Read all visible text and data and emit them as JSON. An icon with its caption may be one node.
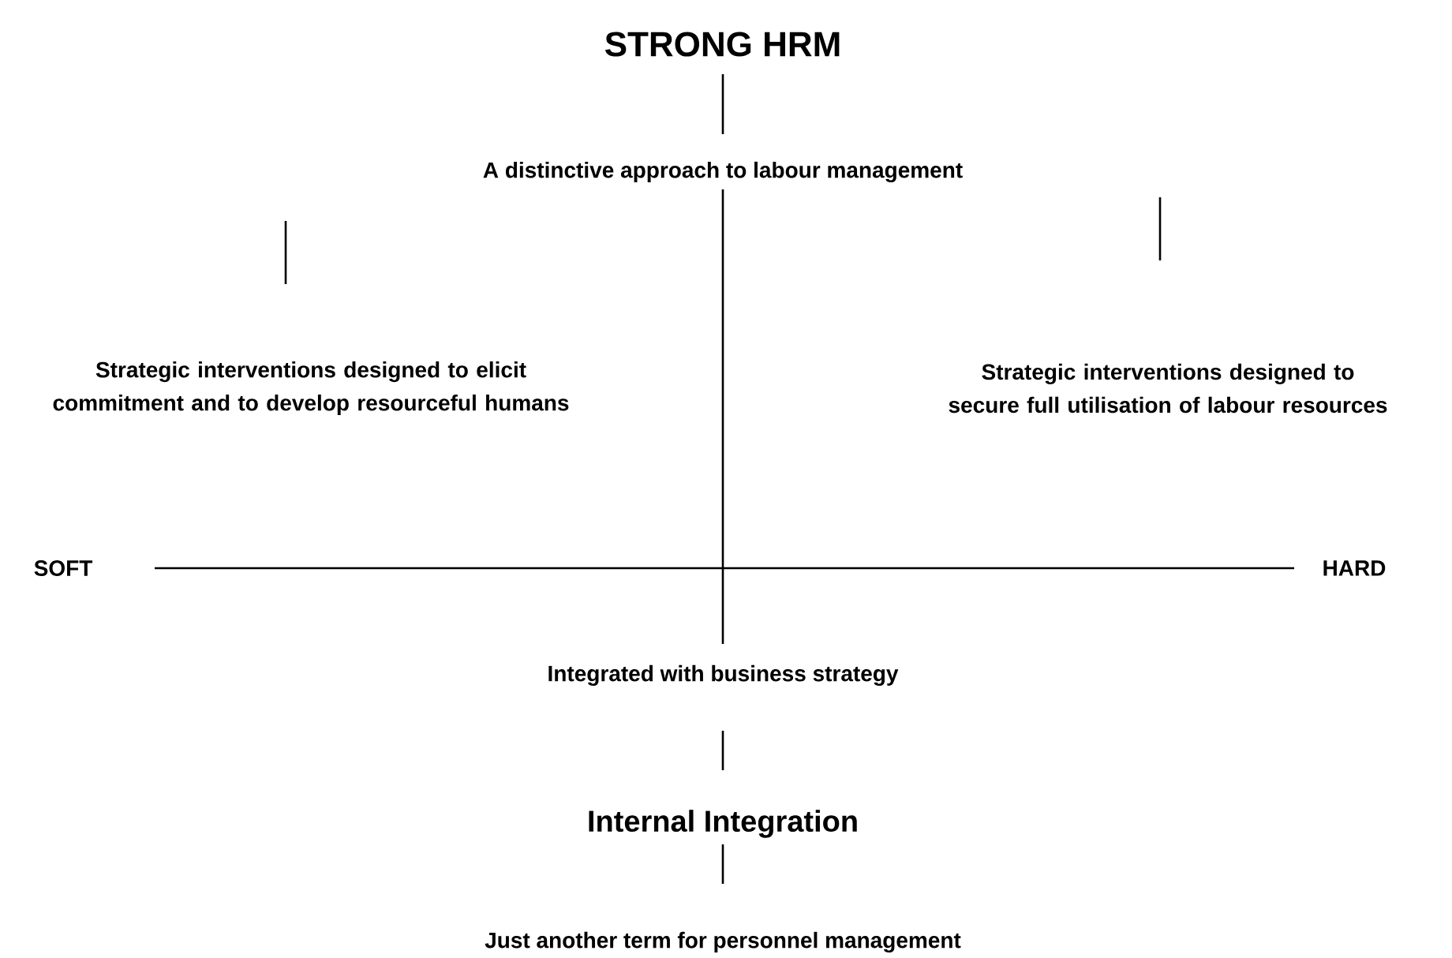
{
  "diagram": {
    "title": "STRONG HRM",
    "labels": [
      "A distinctive approach to labour management",
      "Strategic interventions designed to elicit commitment and to develop resourceful humans",
      "Strategic interventions designed to secure full utilisation of labour resources",
      "SOFT",
      "HARD",
      "Integrated with business strategy",
      "Internal Integration",
      "Just another term for personnel management"
    ]
  }
}
